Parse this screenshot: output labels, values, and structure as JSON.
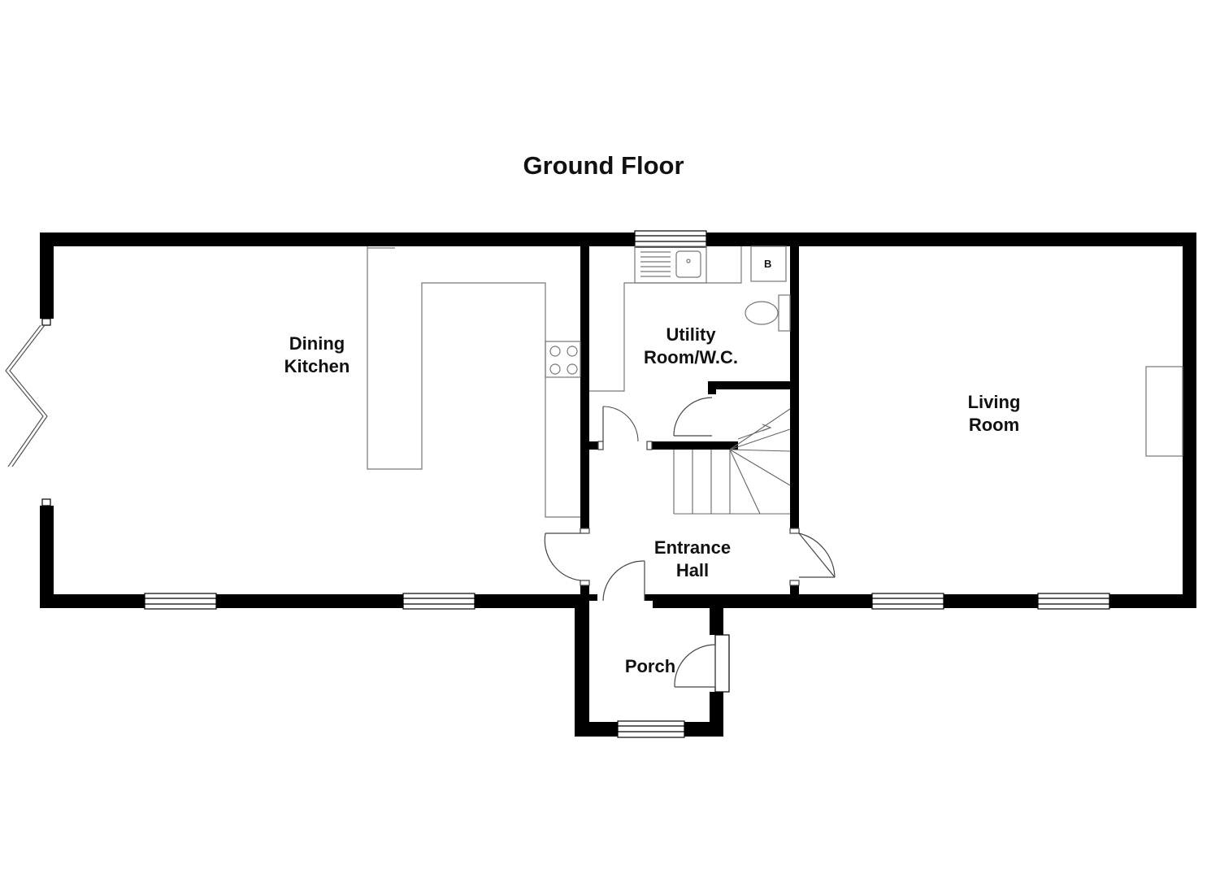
{
  "title": "Ground Floor",
  "rooms": {
    "dining_kitchen": [
      "Dining",
      "Kitchen"
    ],
    "utility": [
      "Utility",
      "Room/W.C."
    ],
    "living": [
      "Living",
      "Room"
    ],
    "entrance": [
      "Entrance",
      "Hall"
    ],
    "porch": "Porch"
  },
  "boiler_label": "B",
  "colors": {
    "wall": "#000000",
    "line": "#555555",
    "background": "#ffffff"
  }
}
